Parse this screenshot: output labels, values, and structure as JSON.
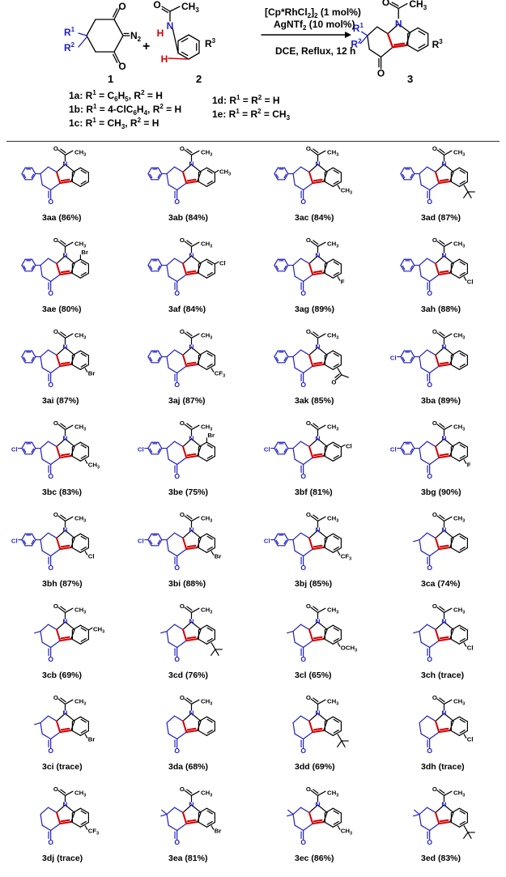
{
  "scheme": {
    "reactant1_number": "1",
    "reactant2_number": "2",
    "product_number": "3",
    "plus": "+",
    "catalyst": "[Cp*RhCl2]2 (1 mol%)",
    "additive": "AgNTf2 (10 mol%)",
    "conditions": "DCE, Reflux, 12 h",
    "atoms": {
      "O": "O",
      "N": "N",
      "N2": "N2",
      "H": "H",
      "CH3": "CH3",
      "R1": "R1",
      "R2": "R2",
      "R3": "R3"
    },
    "substrates_left": [
      "1a: R1 = C6H5, R2 = H",
      "1b: R1 = 4-ClC6H4, R2 = H",
      "1c: R1 = CH3, R2 = H"
    ],
    "substrates_right": [
      "1d: R1 = R2 = H",
      "1e: R1 = R2 = CH3"
    ]
  },
  "colors": {
    "blue": "#1f1fc8",
    "red": "#d40000",
    "black": "#000000"
  },
  "compounds": [
    {
      "label": "3aa (86%)",
      "sub": "Ph",
      "sub2": "",
      "r": "",
      "pos": ""
    },
    {
      "label": "3ab (84%)",
      "sub": "Ph",
      "sub2": "",
      "r": "CH3",
      "pos": "6"
    },
    {
      "label": "3ac (84%)",
      "sub": "Ph",
      "sub2": "",
      "r": "CH3",
      "pos": "4"
    },
    {
      "label": "3ad (87%)",
      "sub": "Ph",
      "sub2": "",
      "r": "tBu",
      "pos": "4"
    },
    {
      "label": "3ae (80%)",
      "sub": "Ph",
      "sub2": "",
      "r": "Br",
      "pos": "7"
    },
    {
      "label": "3af (84%)",
      "sub": "Ph",
      "sub2": "",
      "r": "Cl",
      "pos": "6"
    },
    {
      "label": "3ag (89%)",
      "sub": "Ph",
      "sub2": "",
      "r": "F",
      "pos": "4"
    },
    {
      "label": "3ah (88%)",
      "sub": "Ph",
      "sub2": "",
      "r": "Cl",
      "pos": "4"
    },
    {
      "label": "3ai (87%)",
      "sub": "Ph",
      "sub2": "",
      "r": "Br",
      "pos": "4"
    },
    {
      "label": "3aj (87%)",
      "sub": "Ph",
      "sub2": "",
      "r": "CF3",
      "pos": "4"
    },
    {
      "label": "3ak (85%)",
      "sub": "Ph",
      "sub2": "",
      "r": "Ac",
      "pos": "4"
    },
    {
      "label": "3ba (89%)",
      "sub": "ClPh",
      "sub2": "",
      "r": "",
      "pos": ""
    },
    {
      "label": "3bc (83%)",
      "sub": "ClPh",
      "sub2": "",
      "r": "CH3",
      "pos": "4"
    },
    {
      "label": "3be (75%)",
      "sub": "ClPh",
      "sub2": "",
      "r": "Br",
      "pos": "7"
    },
    {
      "label": "3bf (81%)",
      "sub": "ClPh",
      "sub2": "",
      "r": "Cl",
      "pos": "6"
    },
    {
      "label": "3bg (90%)",
      "sub": "ClPh",
      "sub2": "",
      "r": "F",
      "pos": "4"
    },
    {
      "label": "3bh (87%)",
      "sub": "ClPh",
      "sub2": "",
      "r": "Cl",
      "pos": "4"
    },
    {
      "label": "3bi (88%)",
      "sub": "ClPh",
      "sub2": "",
      "r": "Br",
      "pos": "4"
    },
    {
      "label": "3bj (85%)",
      "sub": "ClPh",
      "sub2": "",
      "r": "CF3",
      "pos": "4"
    },
    {
      "label": "3ca (74%)",
      "sub": "Me",
      "sub2": "",
      "r": "",
      "pos": ""
    },
    {
      "label": "3cb (69%)",
      "sub": "Me",
      "sub2": "",
      "r": "CH3",
      "pos": "6"
    },
    {
      "label": "3cd (76%)",
      "sub": "Me",
      "sub2": "",
      "r": "tBu",
      "pos": "4"
    },
    {
      "label": "3cl (65%)",
      "sub": "Me",
      "sub2": "",
      "r": "OCH3",
      "pos": "4"
    },
    {
      "label": "3ch (trace)",
      "sub": "Me",
      "sub2": "",
      "r": "Cl",
      "pos": "4"
    },
    {
      "label": "3ci (trace)",
      "sub": "Me",
      "sub2": "",
      "r": "Br",
      "pos": "4"
    },
    {
      "label": "3da (68%)",
      "sub": "",
      "sub2": "",
      "r": "",
      "pos": ""
    },
    {
      "label": "3dd (69%)",
      "sub": "",
      "sub2": "",
      "r": "tBu",
      "pos": "4"
    },
    {
      "label": "3dh (trace)",
      "sub": "",
      "sub2": "",
      "r": "Cl",
      "pos": "4"
    },
    {
      "label": "3dj (trace)",
      "sub": "",
      "sub2": "",
      "r": "CF3",
      "pos": "4"
    },
    {
      "label": "3ea (81%)",
      "sub": "Me",
      "sub2": "Me",
      "r": "Br",
      "pos": "4"
    },
    {
      "label": "3ec (86%)",
      "sub": "Me",
      "sub2": "Me",
      "r": "CH3",
      "pos": "4"
    },
    {
      "label": "3ed (83%)",
      "sub": "Me",
      "sub2": "Me",
      "r": "tBu",
      "pos": "4"
    }
  ]
}
